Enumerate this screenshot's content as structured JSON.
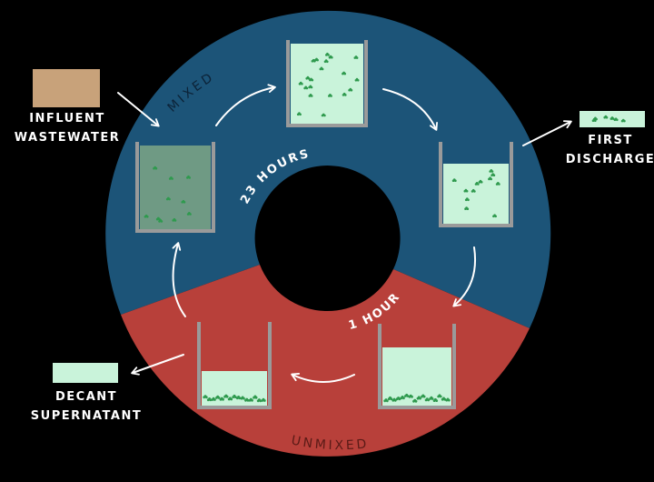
{
  "diagram": {
    "phases": {
      "mixed_label": "MIXED",
      "unmixed_label": "UNMIXED",
      "mixed_duration": "23 HOURS",
      "unmixed_duration": "1 HOUR"
    },
    "labels": {
      "influent": [
        "INFLUENT",
        "WASTEWATER"
      ],
      "first_discharge": [
        "FIRST",
        "DISCHARGE"
      ],
      "decant": [
        "DECANT",
        "SUPERNATANT"
      ]
    },
    "colors": {
      "background": "#000000",
      "mixed_zone": "#1c5478",
      "unmixed_zone": "#b8403a",
      "influent": "#c8a27a",
      "clear_water": "#c9f3da",
      "mixed_water": "#6f9a84",
      "sludge": "#2f9a4e",
      "tank_wall": "#9a9a9a",
      "arrow": "#ffffff"
    }
  }
}
